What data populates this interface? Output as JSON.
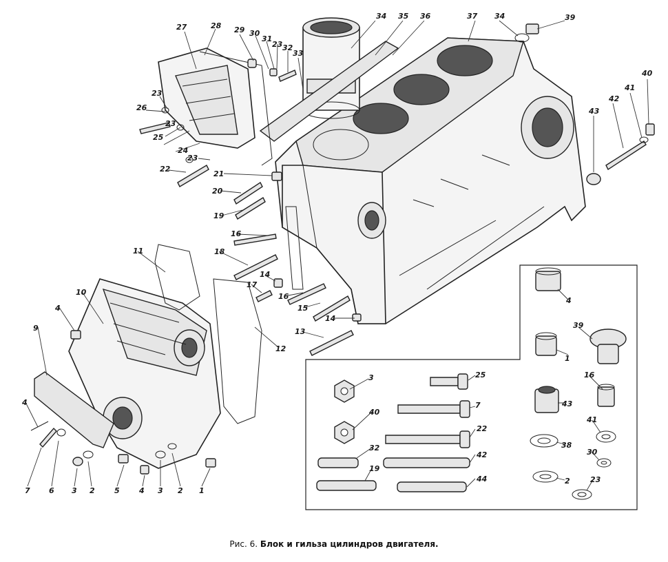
{
  "caption": {
    "prefix": "Рис. 6.",
    "title": "Блок и гильза цилиндров двигателя."
  },
  "callouts": [
    "27",
    "28",
    "29",
    "30",
    "31",
    "23",
    "32",
    "33",
    "34",
    "35",
    "36",
    "37",
    "34",
    "39",
    "40",
    "41",
    "42",
    "43",
    "23",
    "26",
    "25",
    "23",
    "24",
    "23",
    "22",
    "21",
    "20",
    "19",
    "18",
    "16",
    "17",
    "14",
    "16",
    "15",
    "14",
    "13",
    "11",
    "10",
    "4",
    "9",
    "12",
    "4",
    "7",
    "6",
    "3",
    "2",
    "5",
    "4",
    "3",
    "2",
    "1",
    "4",
    "39",
    "1",
    "16",
    "43",
    "41",
    "38",
    "30",
    "2",
    "23",
    "3",
    "25",
    "7",
    "40",
    "22",
    "32",
    "42",
    "19",
    "44"
  ],
  "colors": {
    "ink": "#222222",
    "paper": "#ffffff",
    "shade": "#e6e6e6"
  }
}
